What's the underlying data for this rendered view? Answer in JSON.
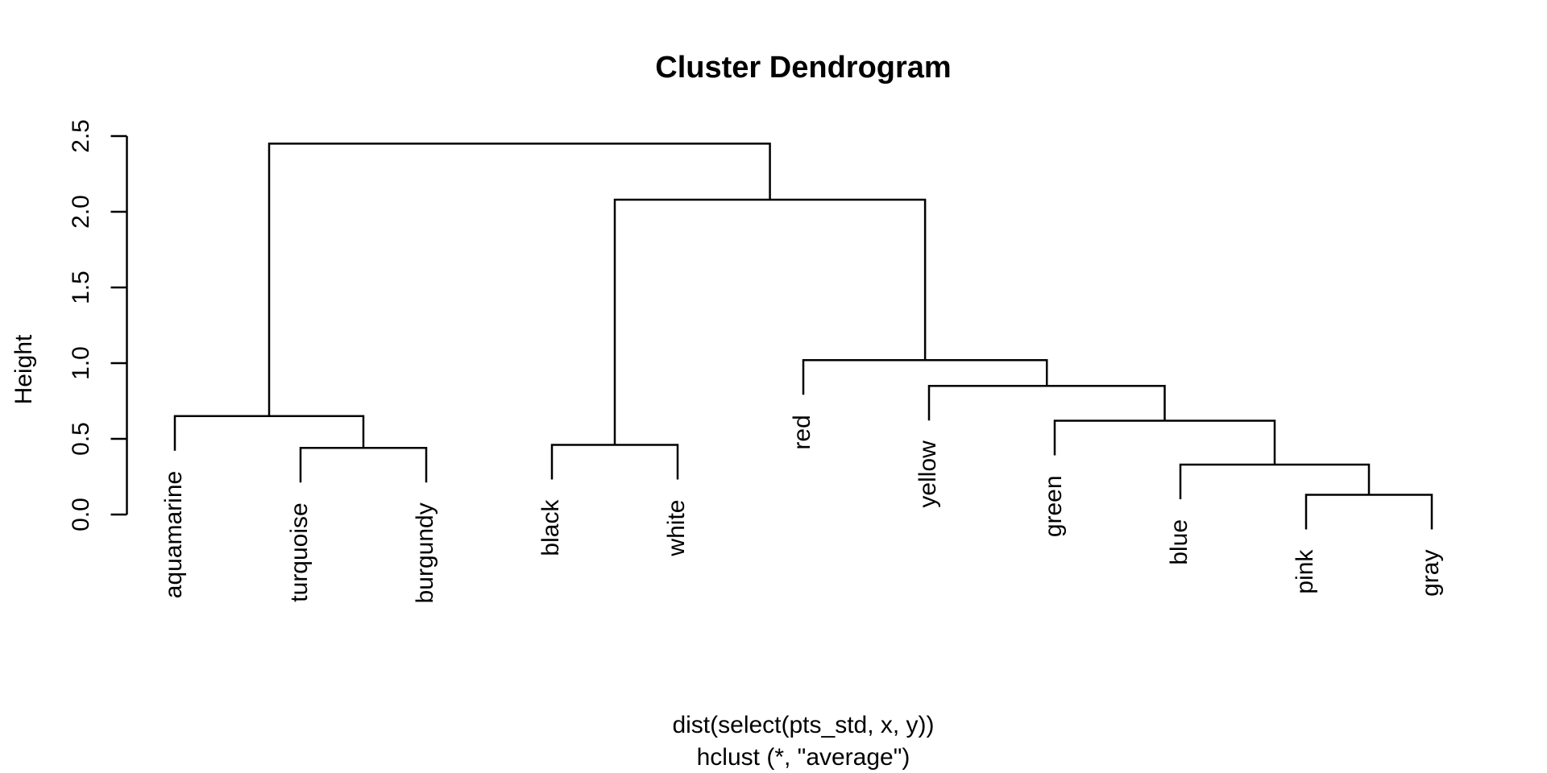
{
  "chart_data": {
    "type": "dendrogram",
    "title": "Cluster Dendrogram",
    "ylabel": "Height",
    "caption": [
      "dist(select(pts_std, x, y))",
      "hclust (*, \"average\")"
    ],
    "y_axis": {
      "min": 0.0,
      "max": 2.5,
      "ticks": [
        {
          "value": 0.0,
          "label": "0.0"
        },
        {
          "value": 0.5,
          "label": "0.5"
        },
        {
          "value": 1.0,
          "label": "1.0"
        },
        {
          "value": 1.5,
          "label": "1.5"
        },
        {
          "value": 2.0,
          "label": "2.0"
        },
        {
          "value": 2.5,
          "label": "2.5"
        }
      ]
    },
    "leaves": [
      "aquamarine",
      "turquoise",
      "burgundy",
      "black",
      "white",
      "red",
      "yellow",
      "green",
      "blue",
      "pink",
      "gray"
    ],
    "merges": [
      {
        "id": "m1",
        "left": "turquoise",
        "right": "burgundy",
        "height": 0.44
      },
      {
        "id": "m2",
        "left": "aquamarine",
        "right": "m1",
        "height": 0.65
      },
      {
        "id": "m3",
        "left": "black",
        "right": "white",
        "height": 0.46
      },
      {
        "id": "m4",
        "left": "pink",
        "right": "gray",
        "height": 0.13
      },
      {
        "id": "m5",
        "left": "blue",
        "right": "m4",
        "height": 0.33
      },
      {
        "id": "m6",
        "left": "green",
        "right": "m5",
        "height": 0.62
      },
      {
        "id": "m7",
        "left": "yellow",
        "right": "m6",
        "height": 0.85
      },
      {
        "id": "m8",
        "left": "red",
        "right": "m7",
        "height": 1.02
      },
      {
        "id": "m9",
        "left": "m3",
        "right": "m8",
        "height": 2.08
      },
      {
        "id": "m10",
        "left": "m2",
        "right": "m9",
        "height": 2.45
      }
    ],
    "leaf_hang": 0.23,
    "colors": {
      "line": "#000000",
      "text": "#000000",
      "background": "#ffffff"
    },
    "legend": null,
    "grid": false
  }
}
